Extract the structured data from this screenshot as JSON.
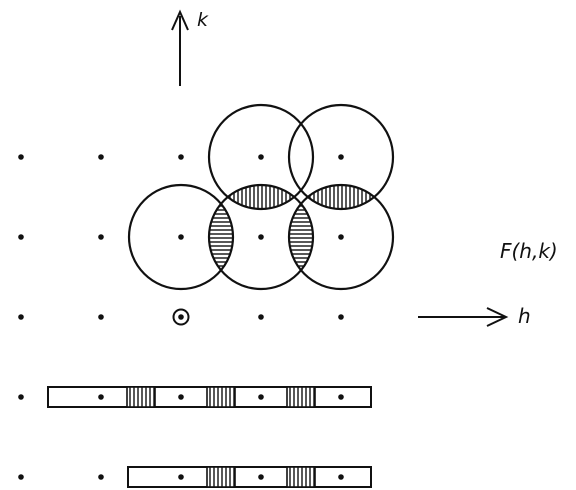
{
  "labels": {
    "k_axis": "k",
    "h_axis": "h",
    "function": "F(h,k)"
  },
  "colors": {
    "ink": "#111111",
    "paper": "#ffffff"
  },
  "lattice": {
    "h_values": [
      0,
      1,
      2,
      3,
      4
    ],
    "k_values": [
      2,
      1,
      0,
      -1,
      -2
    ],
    "origin": {
      "h": 2,
      "k": 0
    },
    "circles": [
      {
        "h": 2,
        "k": 1
      },
      {
        "h": 3,
        "k": 1
      },
      {
        "h": 4,
        "k": 1
      },
      {
        "h": 3,
        "k": 2
      },
      {
        "h": 4,
        "k": 2
      }
    ],
    "hatched_overlaps": [
      {
        "between": [
          [
            2,
            1
          ],
          [
            3,
            1
          ]
        ],
        "hatch": "horizontal"
      },
      {
        "between": [
          [
            3,
            1
          ],
          [
            4,
            1
          ]
        ],
        "hatch": "horizontal"
      },
      {
        "between": [
          [
            3,
            1
          ],
          [
            3,
            2
          ]
        ],
        "hatch": "vertical"
      },
      {
        "between": [
          [
            4,
            1
          ],
          [
            4,
            2
          ]
        ],
        "hatch": "vertical"
      }
    ],
    "strips": [
      {
        "k": -1,
        "from_h": 0.5,
        "to_h": 4.5,
        "hatched_between": [
          [
            1,
            2
          ],
          [
            2,
            3
          ],
          [
            3,
            4
          ]
        ]
      },
      {
        "k": -2,
        "from_h": 1.5,
        "to_h": 4.5,
        "hatched_between": [
          [
            2,
            3
          ],
          [
            3,
            4
          ]
        ]
      }
    ]
  }
}
